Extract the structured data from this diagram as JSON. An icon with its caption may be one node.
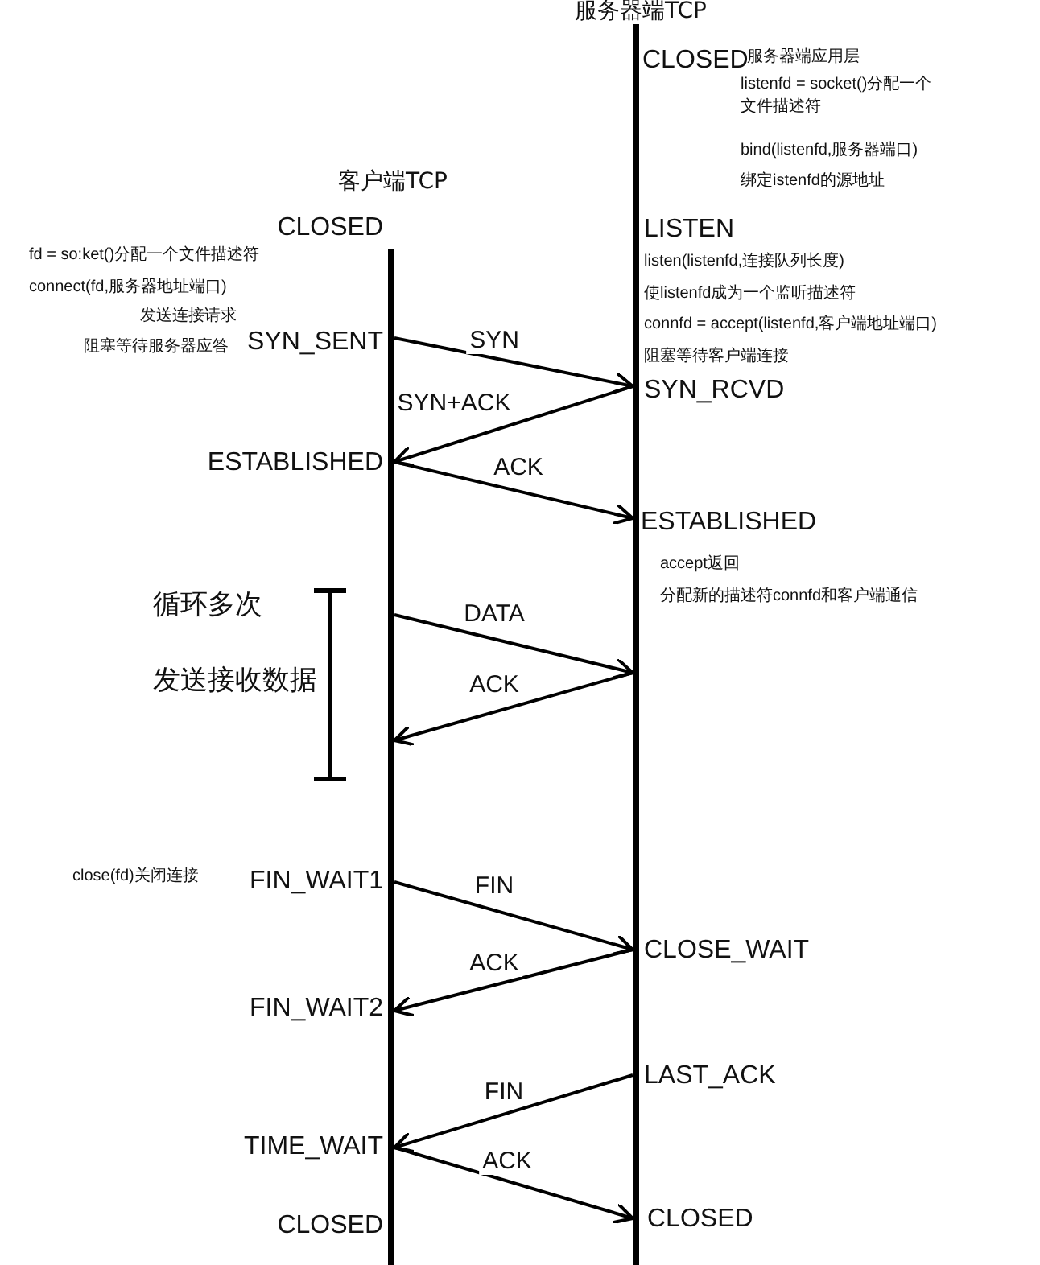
{
  "diagram": {
    "nodes": [
      {
        "text": [],
        "shape": "bar",
        "beside": [
          "客户端TCP"
        ]
      },
      {
        "text": [],
        "shape": "bar",
        "beside": [
          "服务器端TCP"
        ]
      }
    ],
    "edges": [
      {
        "from": 0,
        "to": 1,
        "arrow": "to",
        "label": "SYN"
      },
      {
        "from": 1,
        "to": 0,
        "arrow": "to",
        "label": "SYN+ACK"
      },
      {
        "from": 0,
        "to": 1,
        "arrow": "to",
        "label": "ACK"
      },
      {
        "from": 0,
        "to": 1,
        "arrow": "to",
        "label": "DATA"
      },
      {
        "from": 1,
        "to": 0,
        "arrow": "to",
        "label": "ACK"
      },
      {
        "from": 0,
        "to": 1,
        "arrow": "to",
        "label": "FIN"
      },
      {
        "from": 1,
        "to": 0,
        "arrow": "to",
        "label": "ACK"
      },
      {
        "from": 1,
        "to": 0,
        "arrow": "to",
        "label": "FIN"
      },
      {
        "from": 0,
        "to": 1,
        "arrow": "to",
        "label": "ACK"
      }
    ],
    "labels": [
      "CLOSED",
      "服务器端应用层",
      "listenfd = socket()分配一个文件描述符",
      "bind(listenfd,服务器端口)",
      "绑定istenfd的源地址",
      "CLOSED",
      "LISTEN",
      "fd = so:ket()分配一个文件描述符",
      "listen(listenfd,连接队列长度)",
      "connect(fd,服务器地址端口)",
      "使listenfd成为一个监听描述符",
      "发送连接请求",
      "connfd = accept(listenfd,客户端地址端口)",
      "阻塞等待服务器应答",
      "SYN_SENT",
      "阻塞等待客户端连接",
      "SYN_RCVD",
      "ESTABLISHED",
      "ESTABLISHED",
      "accept返回",
      "分配新的描述符connfd和客户端通信",
      "循环多次",
      "发送接收数据",
      "close(fd)关闭连接",
      "FIN_WAIT1",
      "CLOSE_WAIT",
      "FIN_WAIT2",
      "LAST_ACK",
      "TIME_WAIT",
      "CLOSED",
      "CLOSED"
    ]
  }
}
